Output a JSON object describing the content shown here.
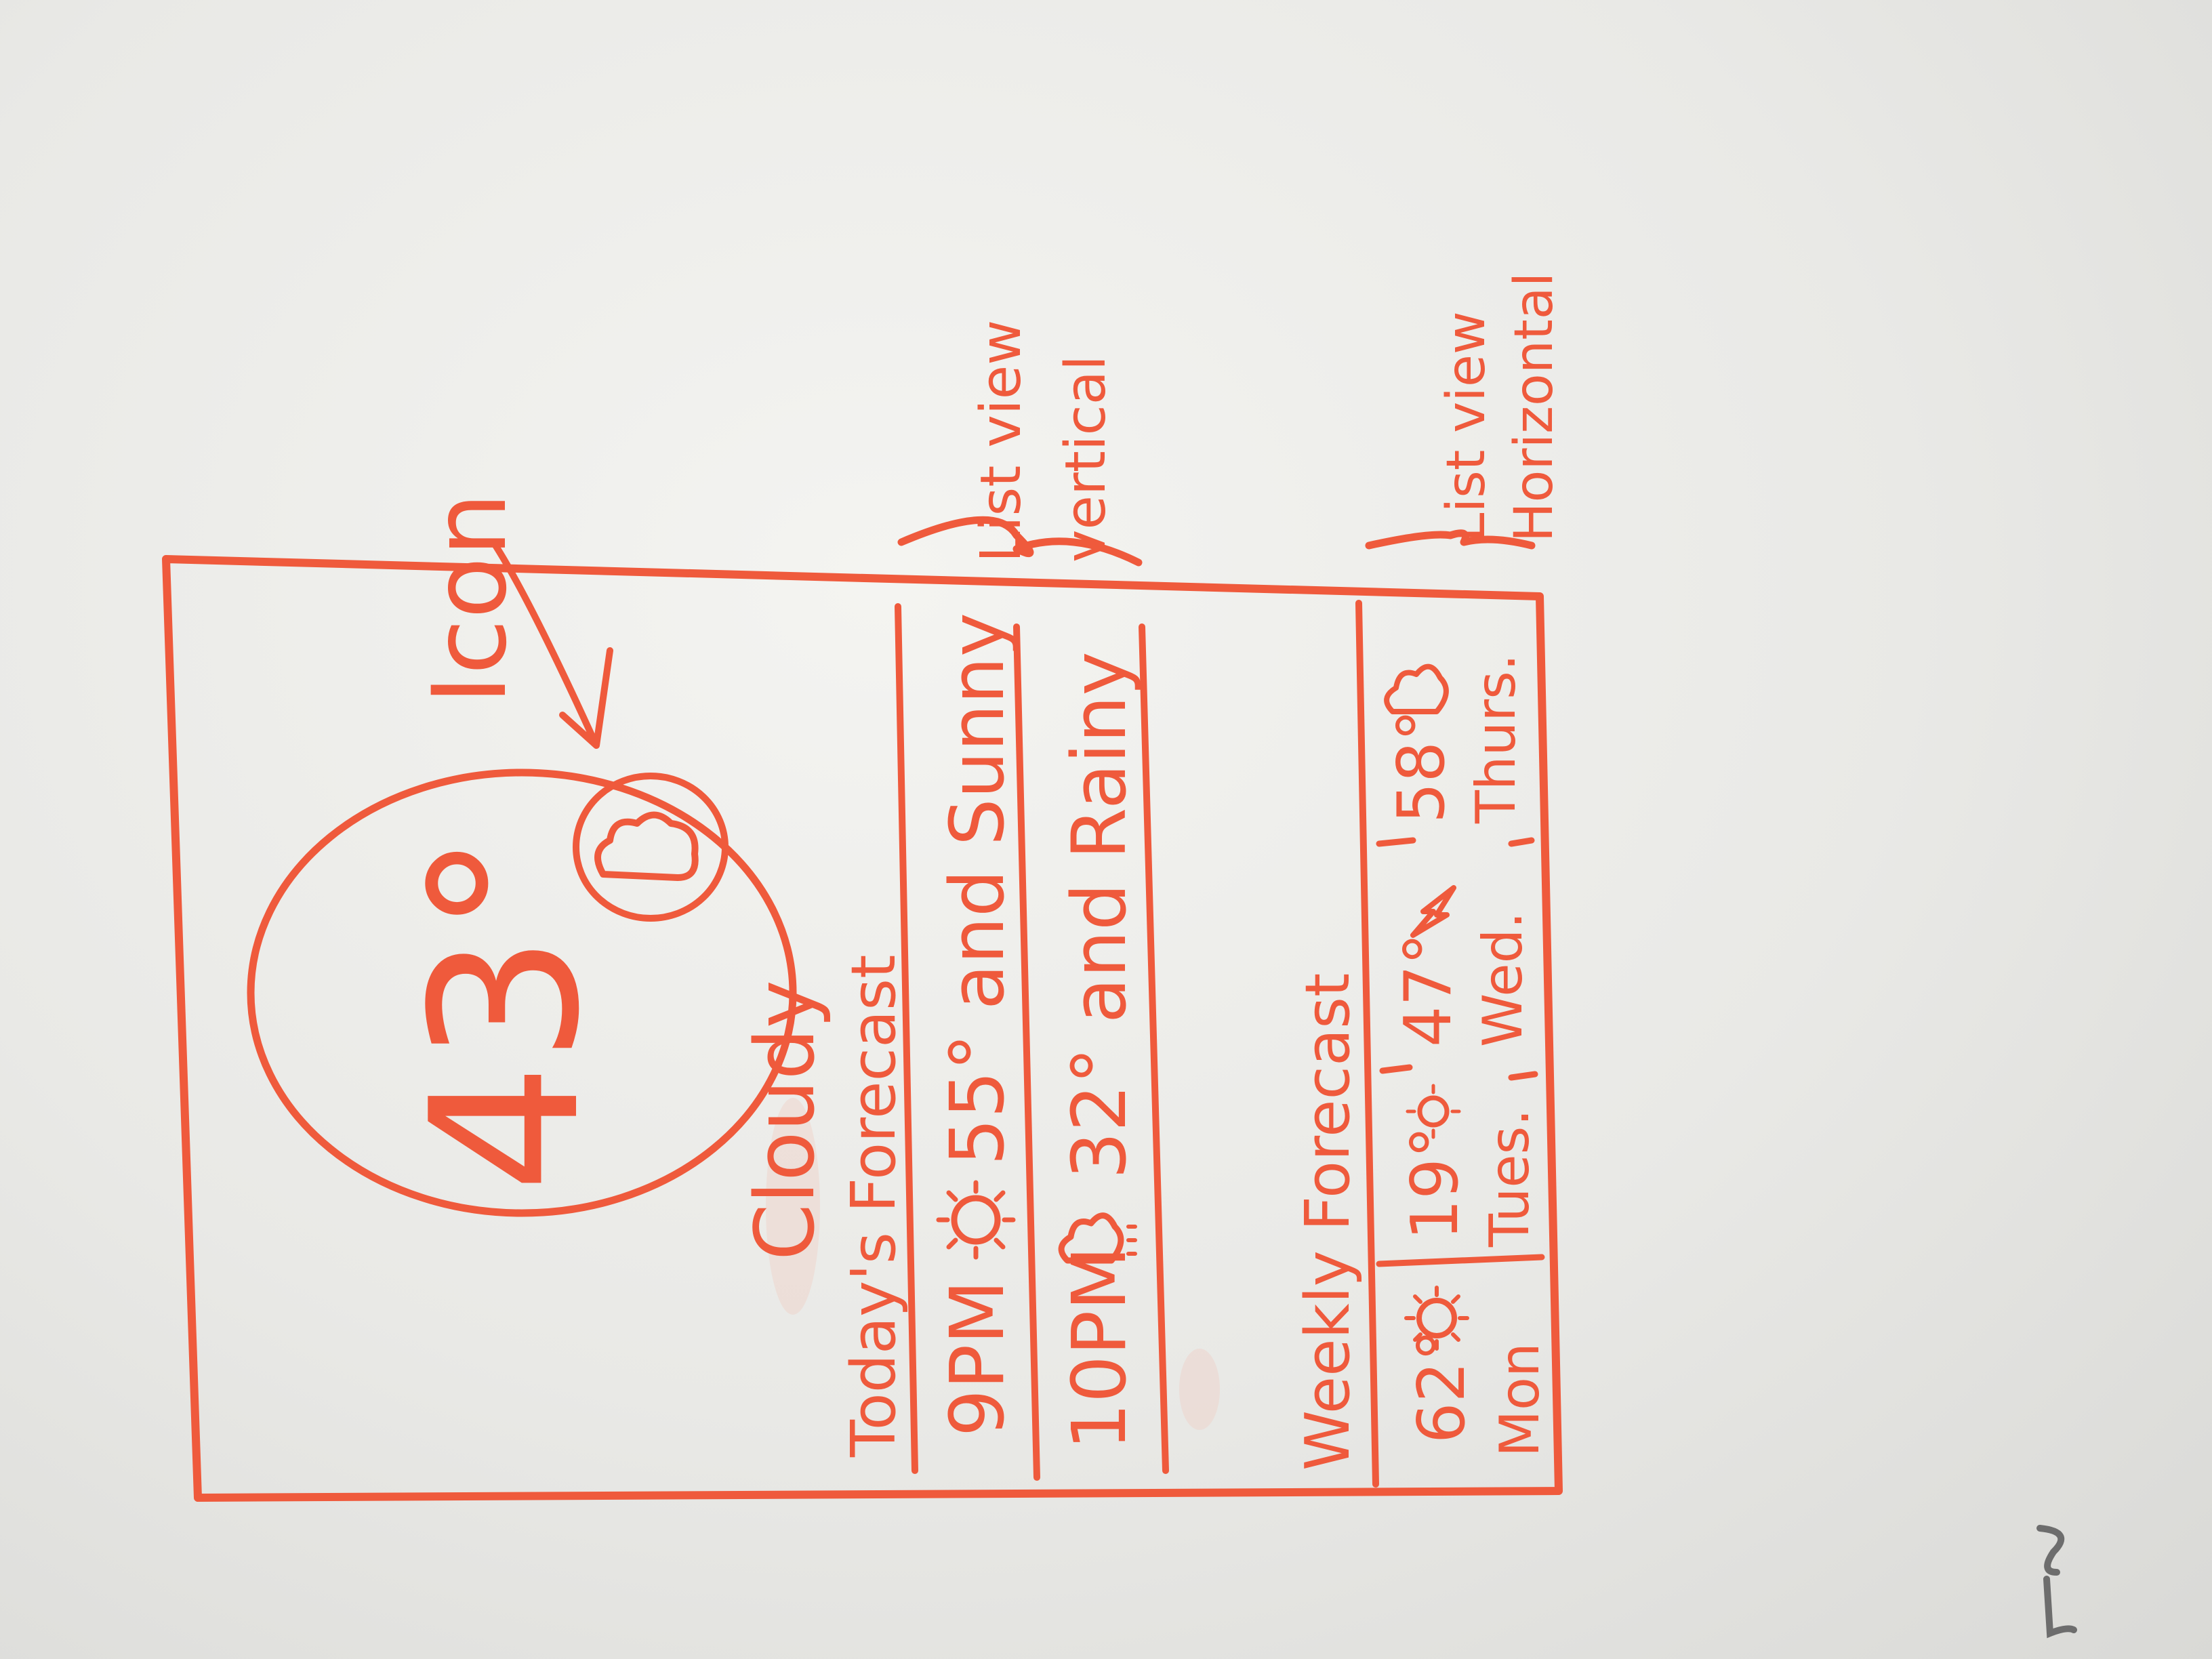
{
  "annotations": {
    "icon_label": "Icon",
    "vertical_list_line1": "List view",
    "vertical_list_line2": "vertical",
    "horizontal_list_line1": "List view",
    "horizontal_list_line2": "Horizontal"
  },
  "current": {
    "temperature": "43°",
    "condition": "Cloudy",
    "icon": "cloud-icon"
  },
  "today": {
    "heading": "Today's Forecast",
    "rows": [
      {
        "time": "9PM",
        "icon": "sun-icon",
        "text": "55° and Sunny"
      },
      {
        "time": "10PM",
        "icon": "rain-cloud-icon",
        "text": "32° and Rainy"
      }
    ]
  },
  "weekly": {
    "heading": "Weekly Forecast",
    "days": [
      {
        "temp": "62°",
        "icon": "sun-icon",
        "day": "Mon"
      },
      {
        "temp": "19°",
        "icon": "sun-icon",
        "day": "Tues."
      },
      {
        "temp": "47°",
        "icon": "lightning-icon",
        "day": "Wed."
      },
      {
        "temp": "58°",
        "icon": "cloud-icon",
        "day": "Thurs."
      }
    ]
  },
  "colors": {
    "ink": "#ef5a3c",
    "board": "#ececea"
  }
}
